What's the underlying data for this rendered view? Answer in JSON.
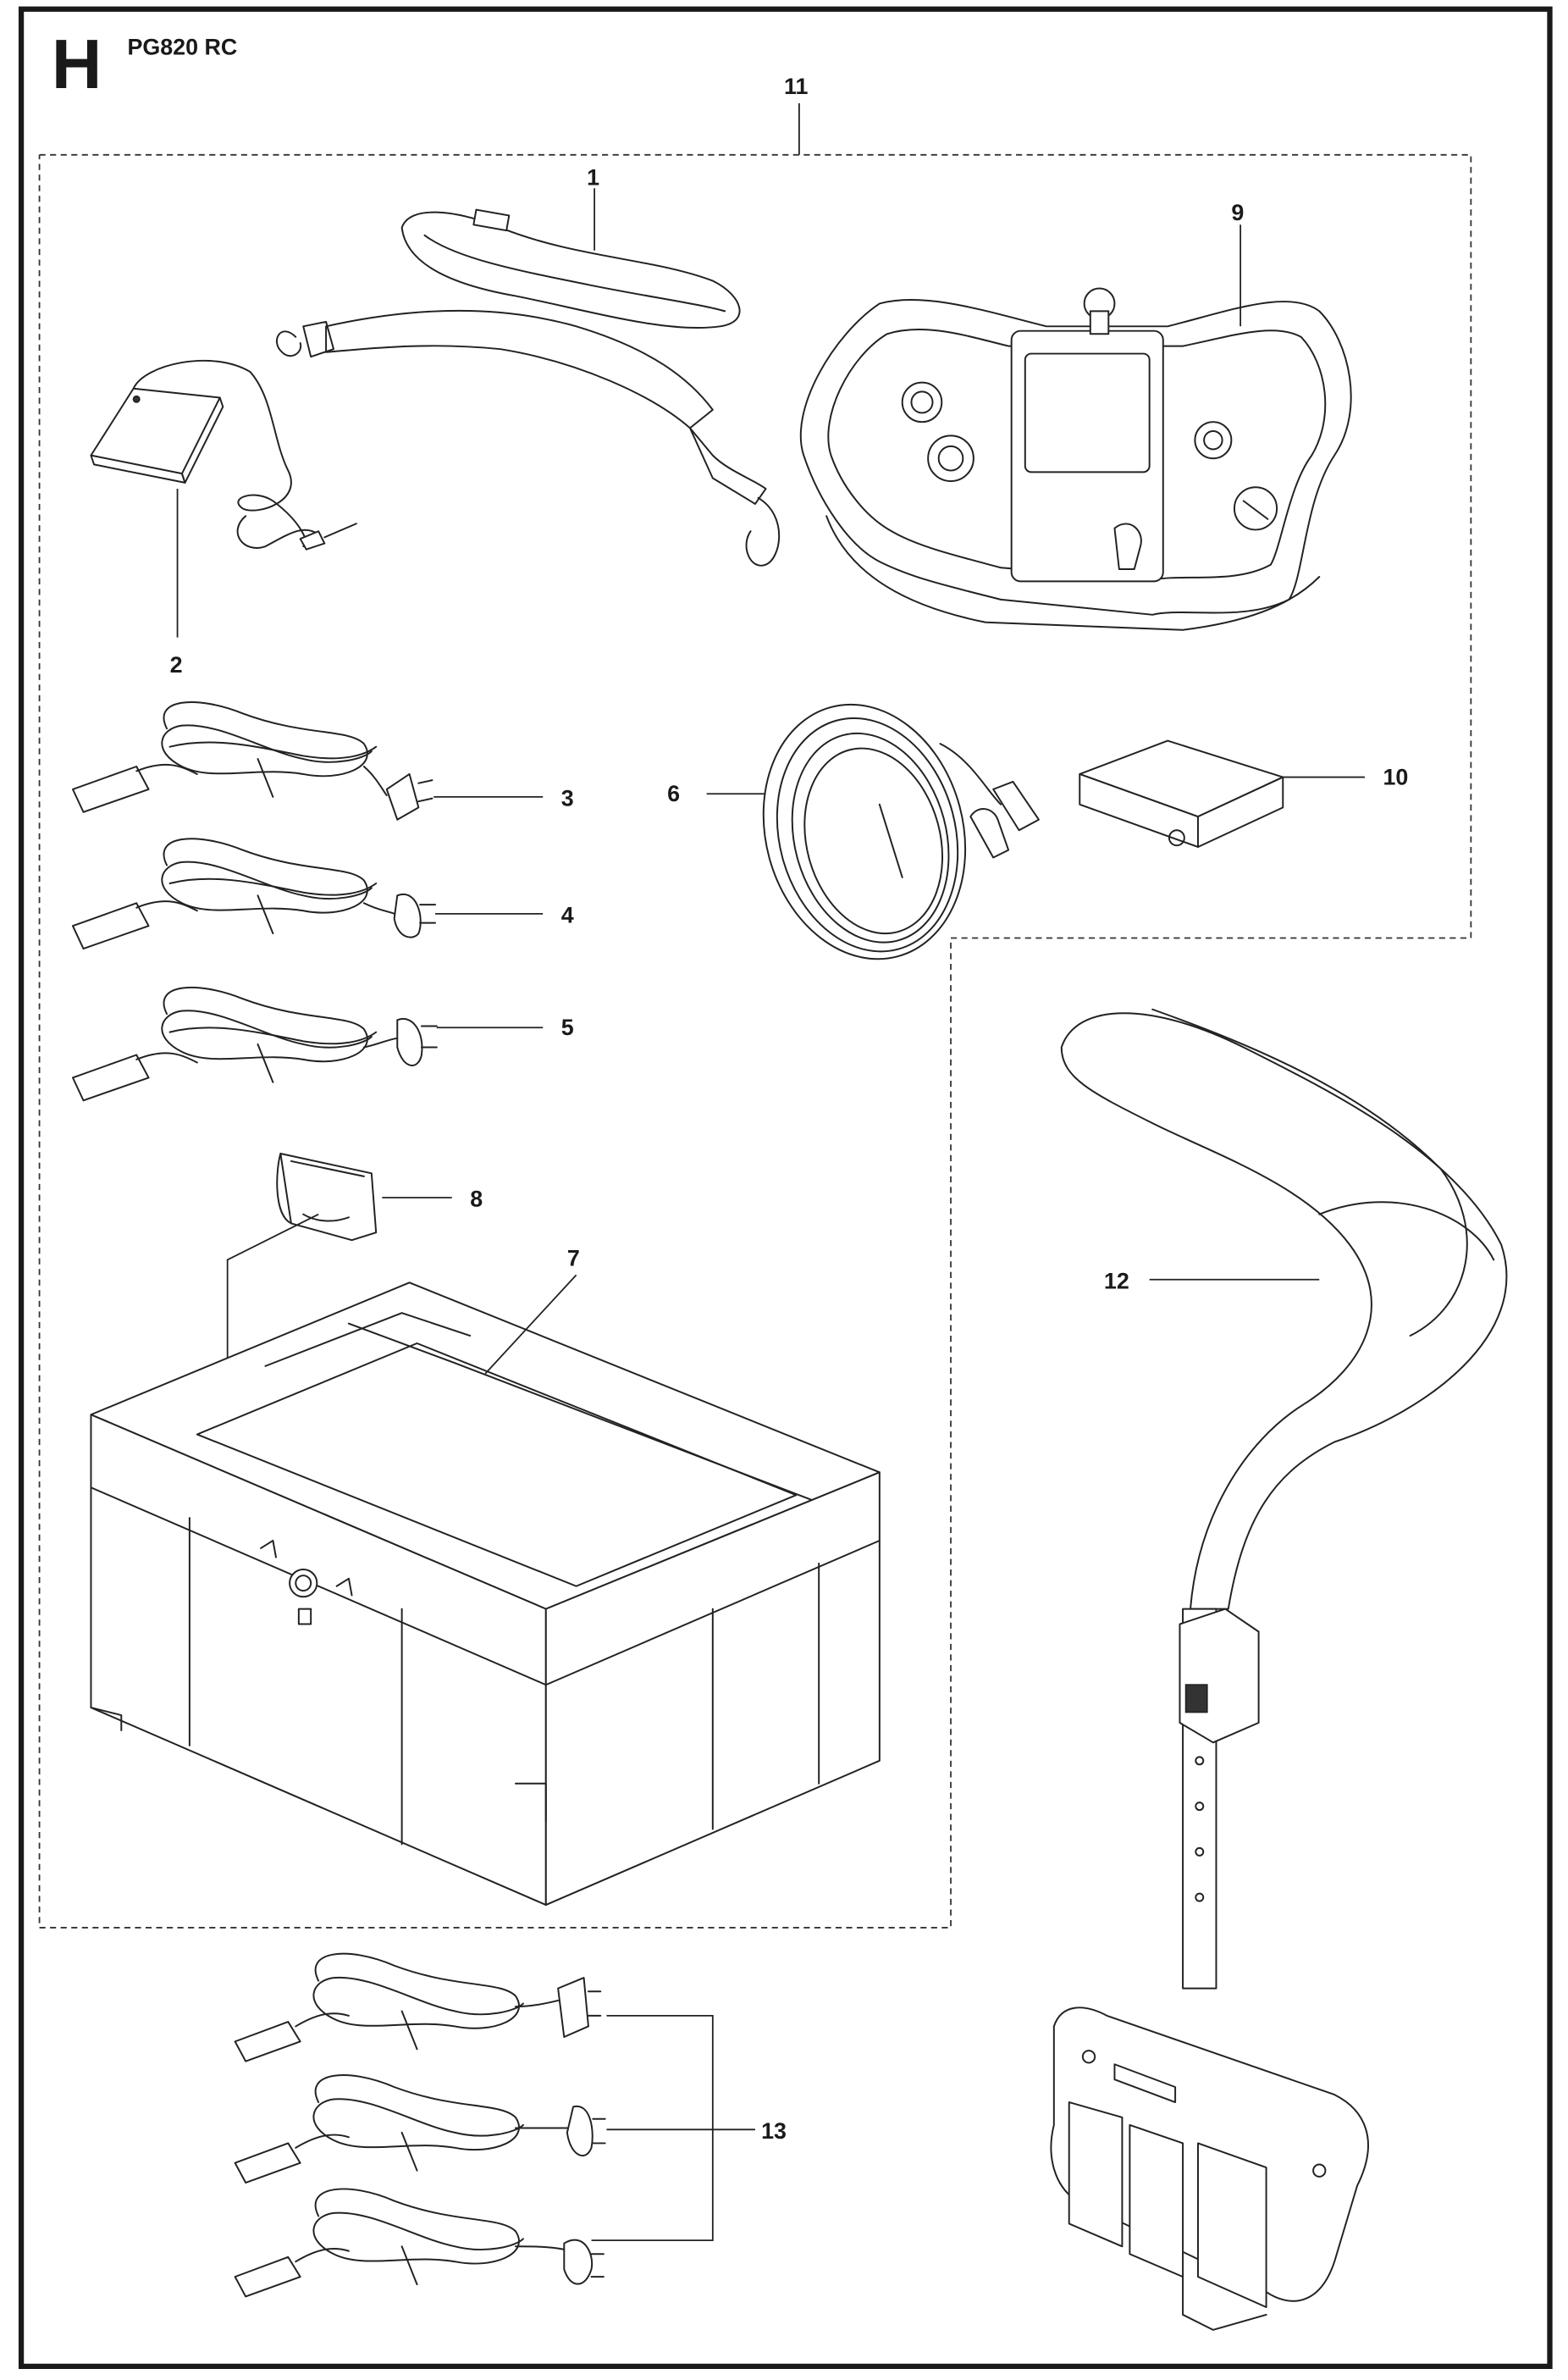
{
  "diagram": {
    "section_letter": "H",
    "model": "PG820 RC",
    "colors": {
      "line": "#222222",
      "background": "#ffffff"
    },
    "group_label": "11",
    "parts": [
      {
        "id": "1",
        "label": "1",
        "name": "shoulder-strap"
      },
      {
        "id": "2",
        "label": "2",
        "name": "battery-charger"
      },
      {
        "id": "3",
        "label": "3",
        "name": "power-cord-type-a"
      },
      {
        "id": "4",
        "label": "4",
        "name": "power-cord-type-b"
      },
      {
        "id": "5",
        "label": "5",
        "name": "power-cord-type-c"
      },
      {
        "id": "6",
        "label": "6",
        "name": "cable-coil"
      },
      {
        "id": "7",
        "label": "7",
        "name": "storage-case"
      },
      {
        "id": "8",
        "label": "8",
        "name": "case-insert"
      },
      {
        "id": "9",
        "label": "9",
        "name": "remote-control"
      },
      {
        "id": "10",
        "label": "10",
        "name": "battery-box"
      },
      {
        "id": "11",
        "label": "11",
        "name": "kit-group"
      },
      {
        "id": "12",
        "label": "12",
        "name": "harness"
      },
      {
        "id": "13",
        "label": "13",
        "name": "power-cord-set"
      }
    ]
  }
}
